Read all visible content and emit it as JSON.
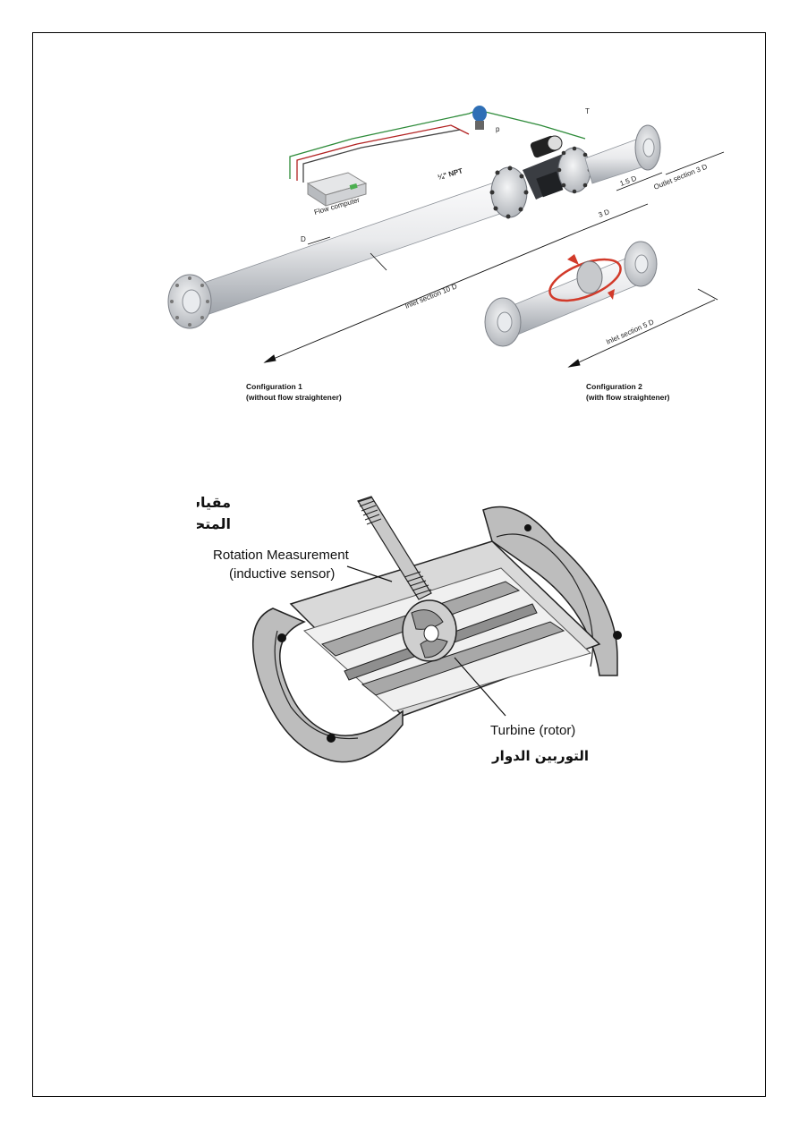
{
  "figure1": {
    "labels": {
      "flow_computer": "Flow computer",
      "npt": "¼\" NPT",
      "p": "p",
      "t": "T",
      "d": "D",
      "dim_1_5d": "1.5 D",
      "dim_3d": "3 D",
      "outlet_section": "Outlet section 3 D",
      "inlet_10d": "Inlet section 10 D",
      "inlet_5d": "Inlet section 5 D"
    },
    "config1": {
      "title": "Configuration 1",
      "subtitle": "(without flow straightener)"
    },
    "config2": {
      "title": "Configuration 2",
      "subtitle": "(with flow straightener)"
    }
  },
  "figure2": {
    "sensor_ar_line1": "مقياس الدوران",
    "sensor_ar_line2": "المتحسس الحثي",
    "sensor_en_line1": "Rotation Measurement",
    "sensor_en_line2": "(inductive sensor)",
    "turbine_en": "Turbine (rotor)",
    "turbine_ar": "التوربين الدوار"
  },
  "colors": {
    "pipe_light": "#f2f3f5",
    "pipe_dark": "#9fa4ab",
    "wire_green": "#2e8b3a",
    "wire_red": "#b22222",
    "flange_red": "#d23a2a"
  }
}
